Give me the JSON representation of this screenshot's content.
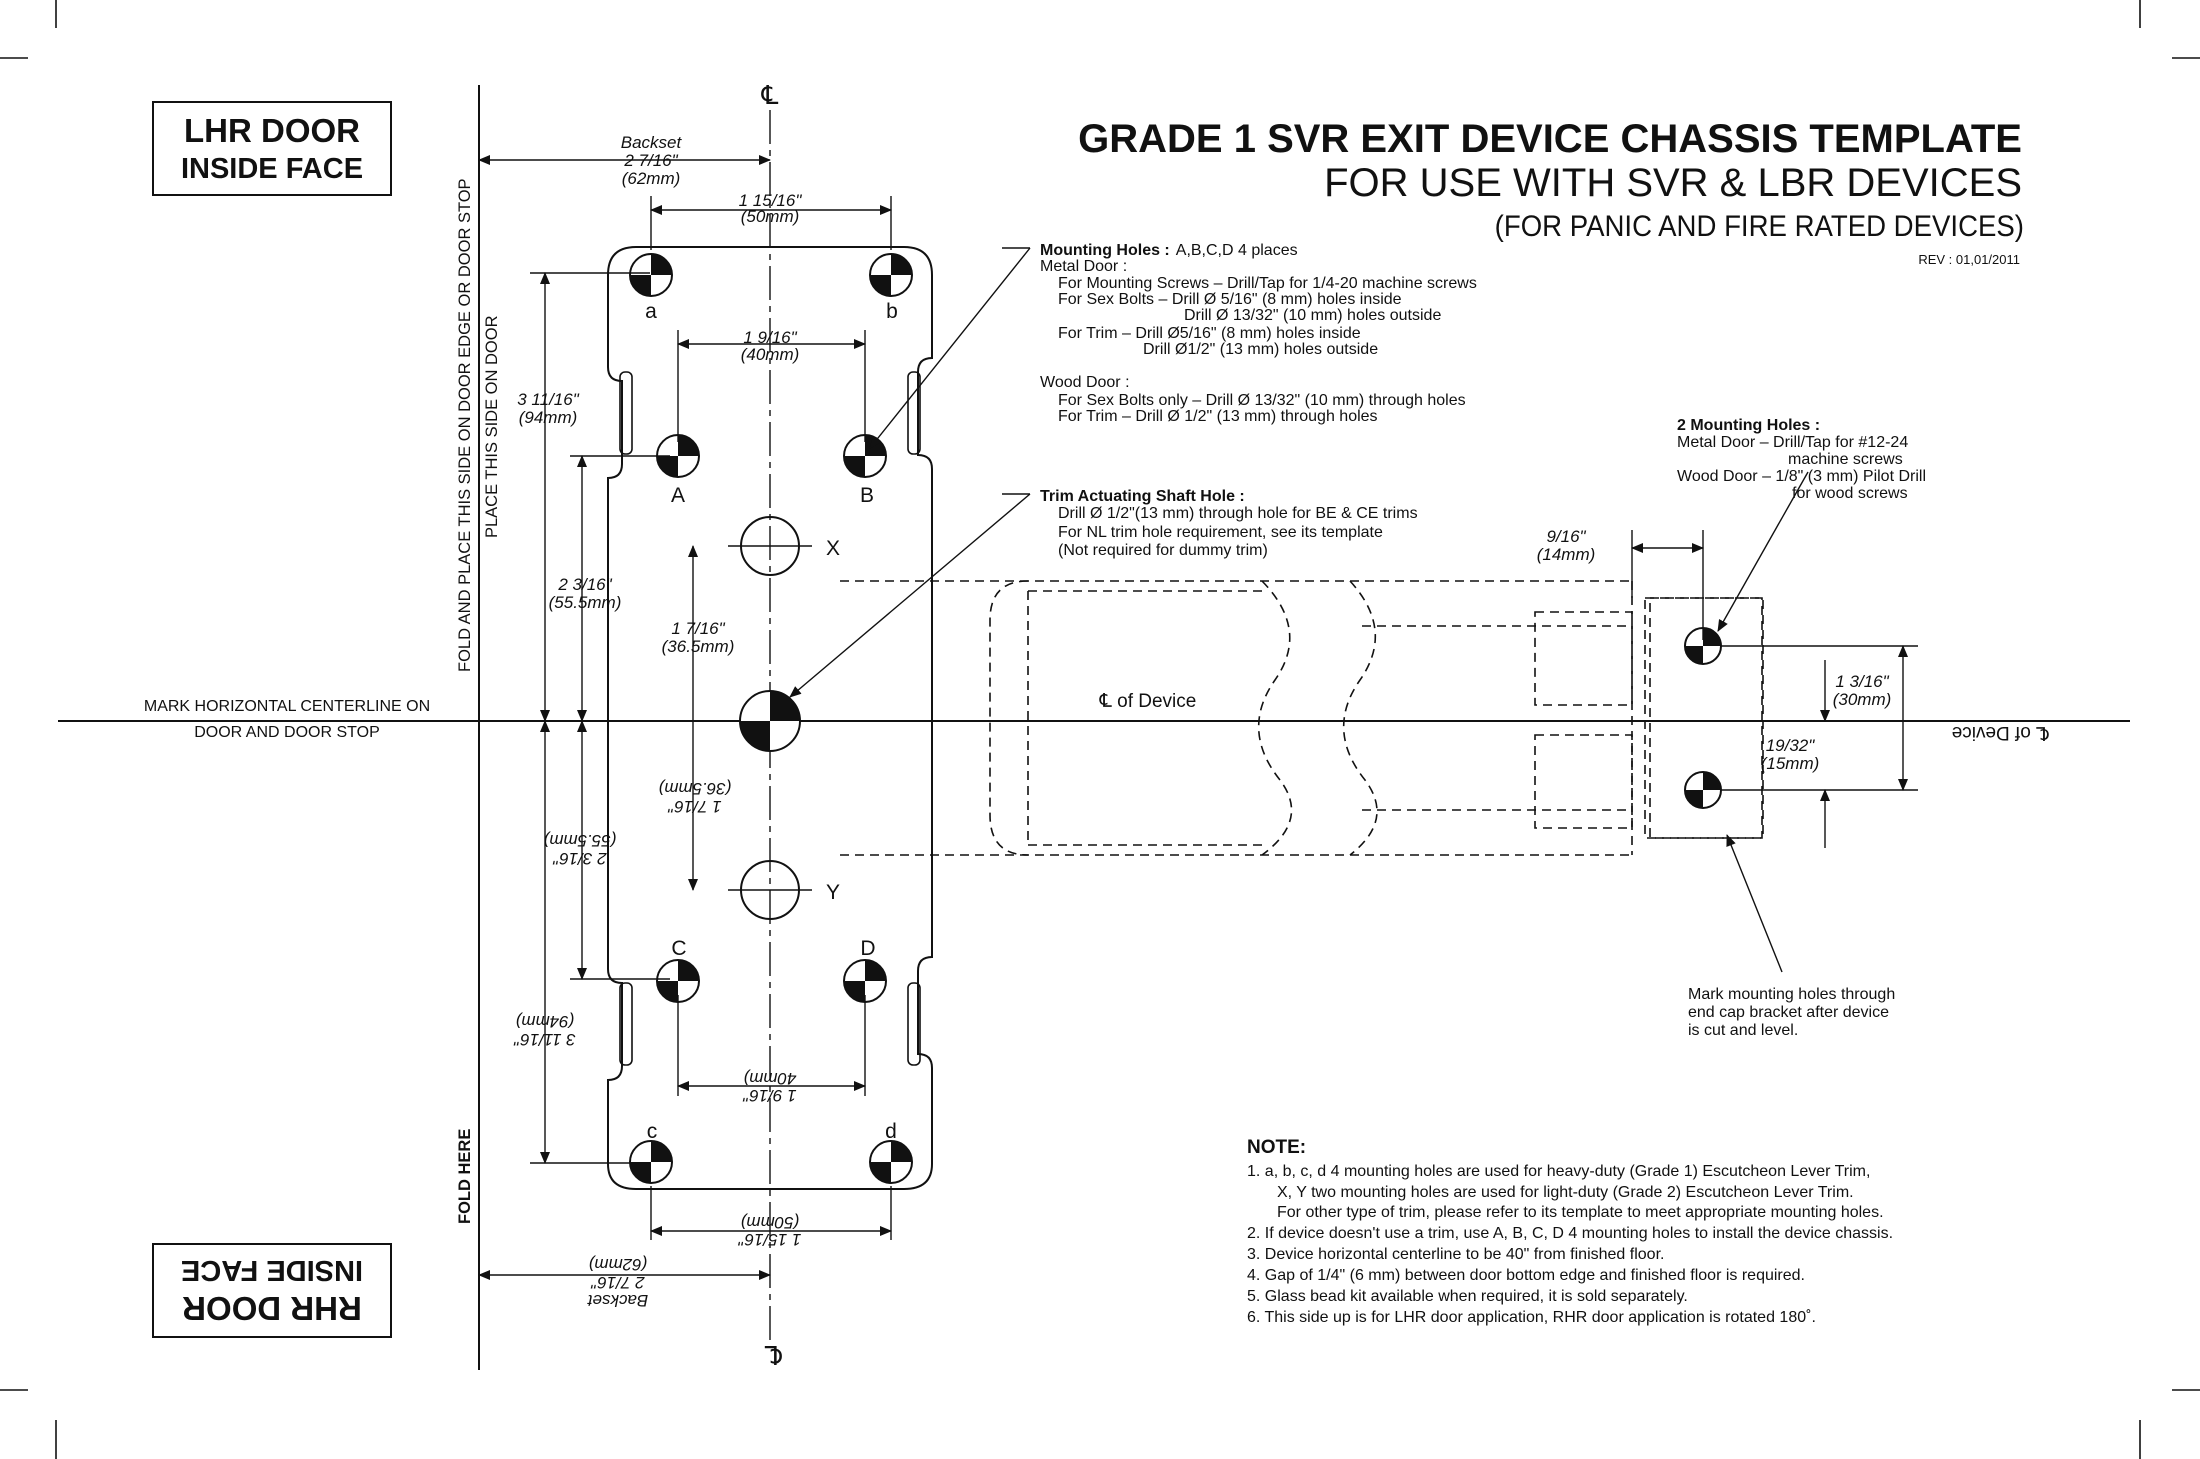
{
  "title": {
    "line1": "GRADE 1 SVR EXIT DEVICE CHASSIS TEMPLATE",
    "line2": "FOR USE WITH SVR & LBR DEVICES",
    "line3": "(FOR PANIC AND FIRE RATED DEVICES)",
    "rev": "REV : 01,01/2011"
  },
  "boxes": {
    "lhr_1": "LHR DOOR",
    "lhr_2": "INSIDE FACE",
    "rhr_1": "RHR DOOR",
    "rhr_2": "INSIDE FACE"
  },
  "side_text": {
    "fold_place_1": "FOLD AND PLACE THIS SIDE ON DOOR EDGE OR DOOR STOP",
    "fold_place_2": "PLACE THIS SIDE ON DOOR",
    "fold_here": "FOLD HERE",
    "centerline_1": "MARK HORIZONTAL CENTERLINE ON",
    "centerline_2": "DOOR AND DOOR STOP"
  },
  "symbols": {
    "centerline": "℄",
    "of_device": "℄ of Device",
    "of_device_right": "℄ of Device"
  },
  "dims": {
    "backset_top_1": "Backset",
    "backset_top_2": "2  7/16\"",
    "backset_top_3": "(62mm)",
    "w_1_15_16": "1  15/16\"",
    "w_50mm": "(50mm)",
    "w_1_9_16": "1  9/16\"",
    "w_40mm": "(40mm)",
    "w_40mm_b": "40mm)",
    "h_3_11_16": "3  11/16\"",
    "h_94mm": "(94mm)",
    "h_2_3_16": "2  3/16\"",
    "h_55mm": "(55.5mm)",
    "h_1_7_16": "1  7/16\"",
    "h_36mm": "(36.5mm)",
    "d_9_16": "9/16\"",
    "d_14mm": "(14mm)",
    "d_1_3_16": "1  3/16\"",
    "d_30mm": "(30mm)",
    "d_19_32": "19/32\"",
    "d_15mm": "(15mm)"
  },
  "hole_labels": {
    "a": "a",
    "b": "b",
    "c": "c",
    "d": "d",
    "A": "A",
    "B": "B",
    "C": "C",
    "D": "D",
    "X": "X",
    "Y": "Y"
  },
  "mounting_holes": {
    "heading": "Mounting Holes :",
    "heading_rest": "A,B,C,D 4 places",
    "lines": [
      "Metal Door :",
      "For Mounting Screws – Drill/Tap for 1/4-20 machine screws",
      "For Sex Bolts – Drill  Ø 5/16\" (8 mm) holes inside",
      "Drill  Ø 13/32\" (10 mm) holes outside",
      "For Trim – Drill Ø5/16\" (8 mm) holes inside",
      "Drill Ø1/2\" (13 mm) holes outside",
      "Wood Door :",
      "For Sex Bolts only – Drill Ø 13/32\" (10 mm) through holes",
      "For Trim – Drill Ø 1/2\" (13 mm) through holes"
    ]
  },
  "trim_shaft": {
    "heading": "Trim Actuating Shaft Hole :",
    "lines": [
      "Drill  Ø 1/2\"(13 mm) through hole for BE & CE trims",
      "For NL trim hole requirement, see its template",
      "(Not required for dummy trim)"
    ]
  },
  "two_mounting": {
    "heading": "2 Mounting Holes :",
    "lines": [
      "Metal Door –  Drill/Tap for #12-24",
      "machine screws",
      "Wood Door – 1/8\" (3 mm) Pilot Drill",
      "for wood screws"
    ]
  },
  "mark_note": {
    "lines": [
      "Mark mounting holes through",
      "end cap bracket after device",
      "is cut and level."
    ]
  },
  "notes": {
    "heading": "NOTE:",
    "items": [
      "1.  a, b, c, d 4 mounting holes are used for heavy-duty (Grade 1) Escutcheon Lever Trim,",
      "X, Y two mounting holes are used for light-duty (Grade 2) Escutcheon Lever Trim.",
      "For other type of trim, please refer to its template to meet appropriate mounting holes.",
      "2.  If device doesn't use a trim, use A, B, C, D 4 mounting holes to install the device chassis.",
      "3.  Device horizontal centerline to be 40\" from finished floor.",
      "4.  Gap of 1/4\" (6 mm) between door bottom edge and finished floor is required.",
      "5.  Glass bead kit available when required, it is sold separately.",
      "6.  This side up is for LHR door application, RHR door application is rotated 180˚."
    ]
  }
}
